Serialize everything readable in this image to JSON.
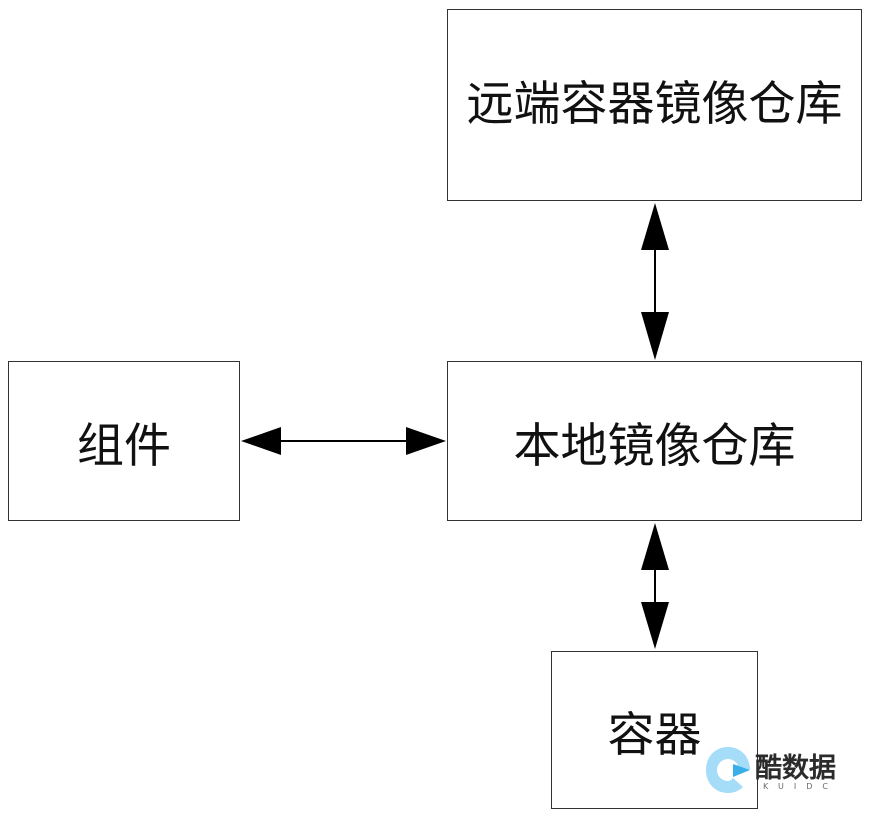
{
  "diagram": {
    "nodes": {
      "remote_registry": {
        "label": "远端容器镜像仓库"
      },
      "local_registry": {
        "label": "本地镜像仓库"
      },
      "component": {
        "label": "组件"
      },
      "container": {
        "label": "容器"
      }
    },
    "edges": [
      {
        "from": "remote_registry",
        "to": "local_registry",
        "direction": "both"
      },
      {
        "from": "component",
        "to": "local_registry",
        "direction": "both"
      },
      {
        "from": "local_registry",
        "to": "container",
        "direction": "both"
      }
    ]
  },
  "watermark": {
    "text": "酷数据",
    "subtext": "KUIDC",
    "colors": {
      "primary": "#3aaee8",
      "secondary": "#a5dcf7"
    }
  },
  "colors": {
    "stroke": "#333333",
    "arrow": "#000000",
    "text": "#111111",
    "background": "#ffffff"
  }
}
